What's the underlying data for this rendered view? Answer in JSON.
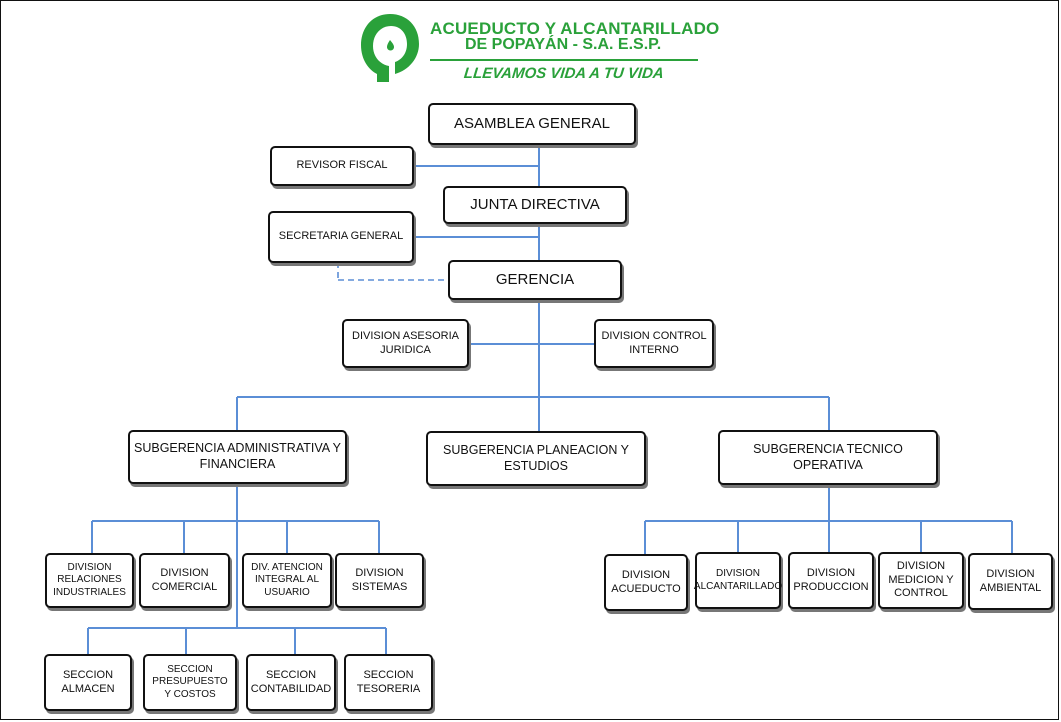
{
  "header": {
    "logo_line1": "ACUEDUCTO Y ALCANTARILLADO",
    "logo_line2": "DE POPAYÁN - S.A. E.S.P.",
    "slogan": "LLEVAMOS VIDA A TU VIDA",
    "brand_color": "#2aa13a",
    "logo_icon": "water-drop-p-logo-icon"
  },
  "colors": {
    "connector": "#5b8ed6",
    "box_border": "#111111"
  },
  "org": {
    "asamblea": "ASAMBLEA GENERAL",
    "revisor": "REVISOR FISCAL",
    "junta": "JUNTA DIRECTIVA",
    "secretaria": "SECRETARIA GENERAL",
    "gerencia": "GERENCIA",
    "asesoria_juridica": "DIVISION ASESORIA JURIDICA",
    "control_interno": "DIVISION CONTROL INTERNO",
    "sub_admin": "SUBGERENCIA ADMINISTRATIVA Y FINANCIERA",
    "sub_planeacion": "SUBGERENCIA PLANEACION Y ESTUDIOS",
    "sub_tecnico": "SUBGERENCIA TECNICO OPERATIVA",
    "div_relaciones": "DIVISION RELACIONES INDUSTRIALES",
    "div_comercial": "DIVISION COMERCIAL",
    "div_atencion": "DIV. ATENCION INTEGRAL AL USUARIO",
    "div_sistemas": "DIVISION SISTEMAS",
    "sec_almacen": "SECCION ALMACEN",
    "sec_presupuesto": "SECCION PRESUPUESTO Y COSTOS",
    "sec_contabilidad": "SECCION CONTABILIDAD",
    "sec_tesoreria": "SECCION TESORERIA",
    "div_acueducto": "DIVISION ACUEDUCTO",
    "div_alcantarillado": "DIVISION ALCANTARILLADO",
    "div_produccion": "DIVISION PRODUCCION",
    "div_medicion": "DIVISION MEDICION Y CONTROL",
    "div_ambiental": "DIVISION AMBIENTAL"
  }
}
